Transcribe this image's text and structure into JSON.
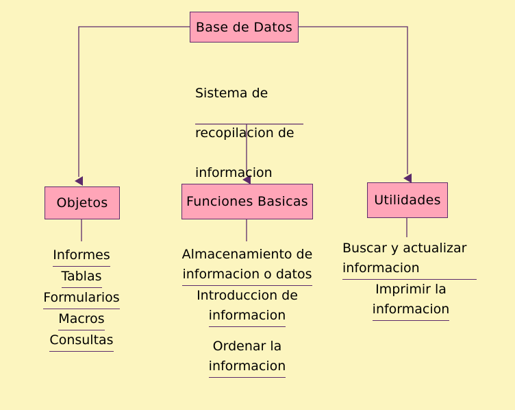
{
  "diagram": {
    "title": "Base de Datos",
    "background_color": "#FCF5BF",
    "node_fill_color": "#FFA5B8",
    "node_border_color": "#5B2A6B",
    "connector_color": "#5B2A6B",
    "text_color": "#000000",
    "root": {
      "label": "Base de Datos"
    },
    "root_note": {
      "line1": "Sistema de",
      "line2": "recopilacion de",
      "line3": "informacion"
    },
    "branches": [
      {
        "label": "Objetos",
        "items": [
          {
            "line1": "Informes"
          },
          {
            "line1": "Tablas"
          },
          {
            "line1": "Formularios"
          },
          {
            "line1": "Macros"
          },
          {
            "line1": "Consultas"
          }
        ]
      },
      {
        "label": "Funciones Basicas",
        "items": [
          {
            "line1": "Almacenamiento de",
            "line2": "informacion o datos"
          },
          {
            "line1": "Introduccion de",
            "line2": "informacion"
          },
          {
            "line1": "Ordenar la",
            "line2": "informacion"
          }
        ]
      },
      {
        "label": "Utilidades",
        "items": [
          {
            "line1": "Buscar y actualizar",
            "line2": "informacion"
          },
          {
            "line1": "Imprimir la",
            "line2": "informacion"
          }
        ]
      }
    ]
  }
}
